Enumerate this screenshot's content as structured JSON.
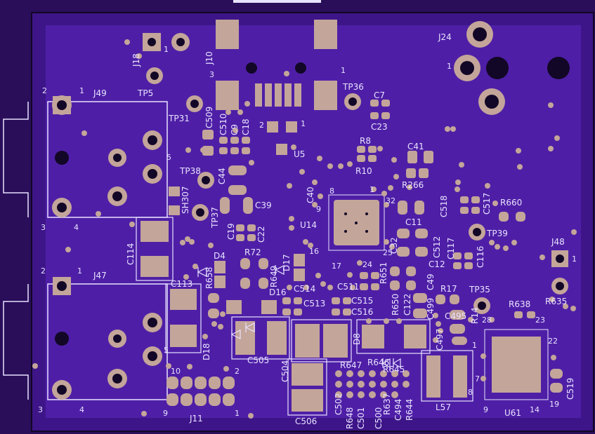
{
  "colors": {
    "background": "#2a0e5a",
    "board": "#4b1b9b",
    "copper_pour": "#5a2ab8",
    "pad": "#c4a59a",
    "silkscreen": "#e8e2ff",
    "via": "#c4a59a",
    "hole": "#120726"
  },
  "labels": {
    "J18": "J18",
    "J10": "J10",
    "J24": "J24",
    "TP5": "TP5",
    "TP36": "TP36",
    "J49": "J49",
    "TP31": "TP31",
    "C509": "C509",
    "C510": "C510",
    "C9": "C9",
    "C18": "C18",
    "C7": "C7",
    "C23": "C23",
    "R8": "R8",
    "R10": "R10",
    "U5": "U5",
    "C41": "C41",
    "R266": "R266",
    "TP38": "TP38",
    "SH307": "SH307",
    "C44": "C44",
    "C39": "C39",
    "TP37": "TP37",
    "C40": "C40",
    "U14": "U14",
    "C19": "C19",
    "C22": "C22",
    "C518": "C518",
    "C517": "C517",
    "R660": "R660",
    "TP39": "TP39",
    "C116": "C116",
    "C117": "C117",
    "C512": "C512",
    "C11": "C11",
    "C32": "C32",
    "J48": "J48",
    "C114": "C114",
    "D4": "D4",
    "R72": "R72",
    "J47": "J47",
    "R658": "R658",
    "R649": "R649",
    "D17": "D17",
    "C113": "C113",
    "D16": "D16",
    "C514": "C514",
    "C513": "C513",
    "R651": "R651",
    "C511": "C511",
    "C515": "C515",
    "C516": "C516",
    "C49": "C49",
    "R17": "R17",
    "TP35": "TP35",
    "R650": "R650",
    "C122": "C122",
    "C499": "C499",
    "C495": "C495",
    "R638": "R638",
    "R635": "R635",
    "D8": "D8",
    "D18": "D18",
    "C505": "C505",
    "C504": "C504",
    "R647": "R647",
    "R646": "R646",
    "R645": "R645",
    "L57": "L57",
    "U61": "U61",
    "C519": "C519",
    "J11": "J11",
    "C506": "C506",
    "C502": "C502",
    "R648": "R648",
    "C501": "C501",
    "C500": "C500",
    "R637": "R637",
    "C494": "C494",
    "R644": "R644",
    "R14": "R14",
    "C497": "C497",
    "C12": "C12"
  },
  "pins": {
    "j18_1": "1",
    "j10_1": "1",
    "j10_3": "3",
    "j24_1": "1",
    "j49_2": "2",
    "j49_1": "1",
    "j49_5": "5",
    "j49_3": "3",
    "j49_4": "4",
    "u5_2": "2",
    "u5_1": "1",
    "u14_1": "1",
    "u14_8": "8",
    "u14_9": "9",
    "u14_16": "16",
    "u14_17": "17",
    "u14_24": "24",
    "u14_25": "25",
    "u14_32": "32",
    "j47_2": "2",
    "j47_1": "1",
    "j47_5": "5",
    "j47_3": "3",
    "j47_4": "4",
    "j48_1": "1",
    "tp36_1": "1",
    "u61_1": "1",
    "u61_7": "7",
    "u61_8": "8",
    "u61_9": "9",
    "u61_14": "14",
    "u61_19": "19",
    "u61_22": "22",
    "u61_23": "23",
    "u61_28": "28",
    "j11_10": "10",
    "j11_9": "9",
    "j11_2": "2",
    "j11_1": "1",
    "l57_8": "8"
  }
}
